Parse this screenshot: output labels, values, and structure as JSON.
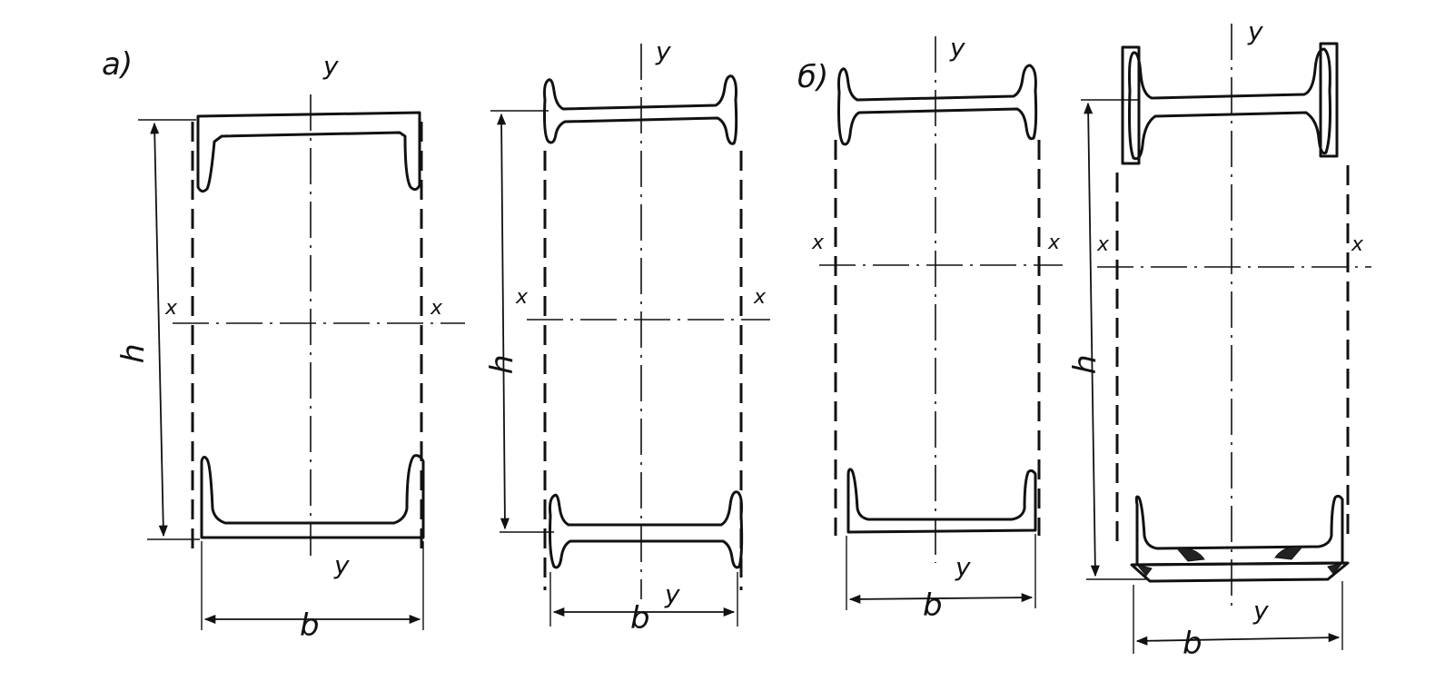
{
  "figure": {
    "panel_labels": {
      "a": "a)",
      "b": "б)"
    },
    "axis_labels": {
      "x": "x",
      "y": "y"
    },
    "dimension_labels": {
      "height": "h",
      "width": "b"
    },
    "colors": {
      "ink": "#111111",
      "paper": "#ffffff"
    }
  }
}
